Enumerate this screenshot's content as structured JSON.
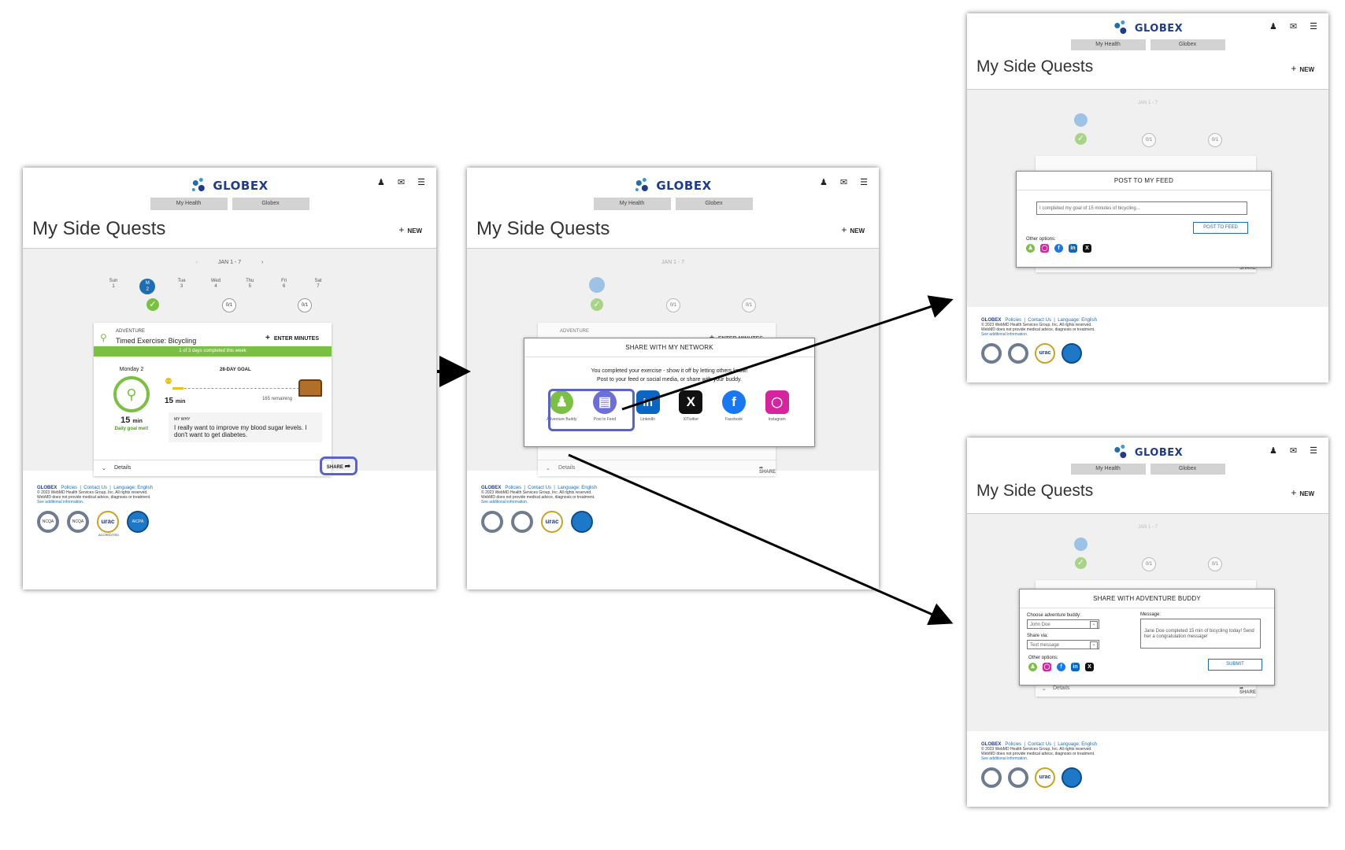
{
  "app": {
    "brand": "GLOBEX",
    "tabs": [
      "My Health",
      "Globex"
    ],
    "page_title": "My Side Quests",
    "new_label": "NEW"
  },
  "week": {
    "range": "JAN 1 - 7",
    "days": [
      {
        "name": "Sun",
        "num": "1"
      },
      {
        "name": "M",
        "num": "2"
      },
      {
        "name": "Tue",
        "num": "3"
      },
      {
        "name": "Wed",
        "num": "4"
      },
      {
        "name": "Thu",
        "num": "5"
      },
      {
        "name": "Fri",
        "num": "6"
      },
      {
        "name": "Sat",
        "num": "7"
      }
    ],
    "status_open": "0/1"
  },
  "quest": {
    "category": "ADVENTURE",
    "title": "Timed Exercise: Bicycling",
    "enter_minutes": "ENTER MINUTES",
    "progress_text": "1 of 3 days completed this week",
    "day_label": "Monday 2",
    "minutes": "15",
    "min_unit": "min",
    "goal_met": "Daily goal met!",
    "goal_title": "28-DAY GOAL",
    "goal_minutes": "15",
    "remaining": "165 remaining",
    "goal_progress": 0.08,
    "my_why_label": "MY WHY",
    "my_why_text": "I really want to improve my blood sugar levels. I don't want to get diabetes.",
    "details_label": "Details",
    "share_label": "SHARE"
  },
  "footer": {
    "brand": "GLOBEX",
    "links": [
      "Policies",
      "Contact Us",
      "Language: English"
    ],
    "copyright": "© 2023 WebMD Health Services Group, Inc. All rights reserved.",
    "disclaimer": "WebMD does not provide medical advice, diagnosis or treatment.",
    "more": "See additional information.",
    "badges": [
      "NCQA",
      "NCQA",
      "urac",
      "AICPA SOC"
    ],
    "urac_label": "ACCREDITED"
  },
  "share_modal": {
    "title": "SHARE WITH MY NETWORK",
    "message": "You completed your exercise - show it off by letting others know!",
    "message2": "Post to your feed or social media, or share with your buddy.",
    "options": [
      {
        "label": "Adventure Buddy",
        "icon": "buddy-icon",
        "color": "#7ac143"
      },
      {
        "label": "Post to Feed",
        "icon": "feed-icon",
        "color": "#6b6fd6"
      },
      {
        "label": "LinkedIn",
        "icon": "linkedin-icon",
        "color": "#0a66c2"
      },
      {
        "label": "X/Twitter",
        "icon": "x-icon",
        "color": "#111111"
      },
      {
        "label": "Facebook",
        "icon": "facebook-icon",
        "color": "#1877f2"
      },
      {
        "label": "Instagram",
        "icon": "instagram-icon",
        "color": "#d6249f"
      }
    ]
  },
  "feed_modal": {
    "title": "POST TO MY FEED",
    "placeholder": "I completed my goal of 15 minutes of bicycling...",
    "button": "POST TO FEED",
    "other": "Other options:"
  },
  "buddy_modal": {
    "title": "SHARE WITH ADVENTURE BUDDY",
    "choose_label": "Choose adventure buddy:",
    "choose_value": "John Doe",
    "via_label": "Share via:",
    "via_value": "Text message",
    "message_label": "Message:",
    "message_value": "Jane Doe completed 15 min of bicycling today! Send her a congratulation message!",
    "submit": "SUBMIT",
    "other": "Other options:"
  },
  "colors": {
    "brand_blue": "#1f3c8c",
    "accent_blue": "#1e6eb4",
    "green": "#7ac143",
    "highlight": "#5b63c8"
  }
}
